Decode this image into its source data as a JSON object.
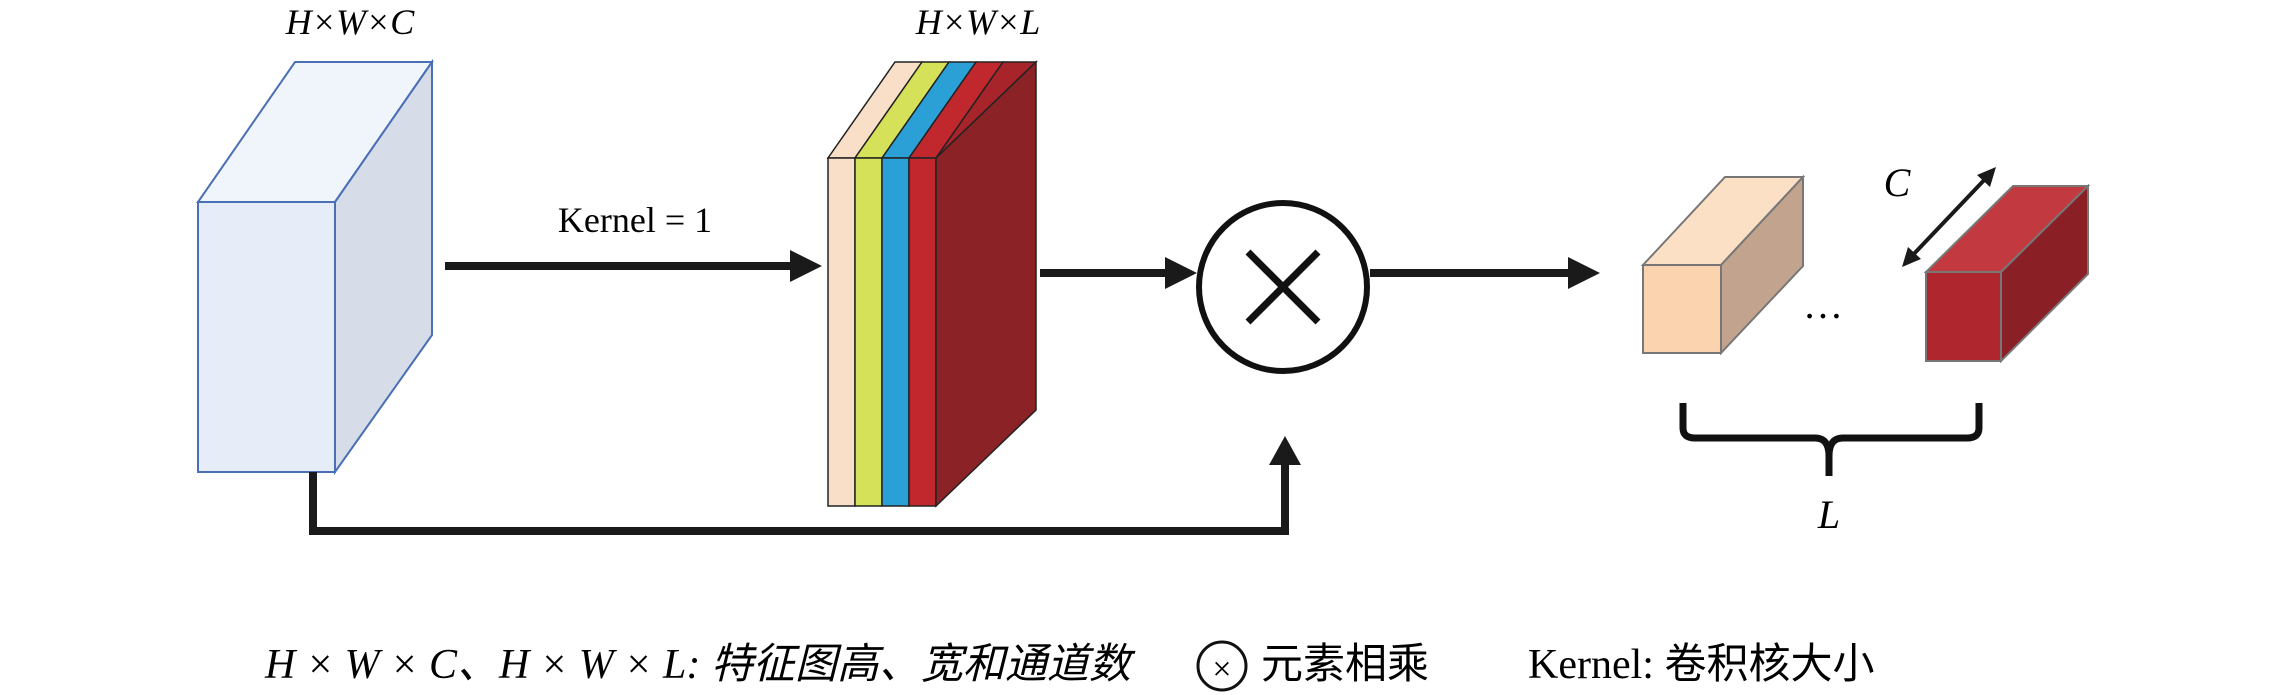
{
  "labels": {
    "input_dims": "H×W×C",
    "attn_dims": "H×W×L",
    "kernel": "Kernel = 1",
    "channel_c": "C",
    "ellipsis": "…",
    "group_l": "L"
  },
  "legend": {
    "dims_text": "H × W × C、H × W × L: 特征图高、宽和通道数",
    "multiply_symbol": "×",
    "multiply_text": "元素相乘",
    "kernel_text": "Kernel: 卷积核大小"
  },
  "colors": {
    "input_front": "#e6edf8",
    "input_top": "#f0f4fb",
    "input_side": "#d6dde9",
    "input_stroke": "#4a6fb5",
    "layer_peach": "#fadfc8",
    "layer_yellow": "#d6e15a",
    "layer_blue": "#2aa0d6",
    "layer_red": "#c0282e",
    "layer_darkred": "#8b2226",
    "out_peach_front": "#fbd3ae",
    "out_peach_top": "#fce0c6",
    "out_peach_side": "#c2a48e",
    "out_red_front": "#b0262e",
    "out_red_top": "#c23a40",
    "out_red_side": "#8a2026",
    "arrow": "#1a1a1a"
  }
}
